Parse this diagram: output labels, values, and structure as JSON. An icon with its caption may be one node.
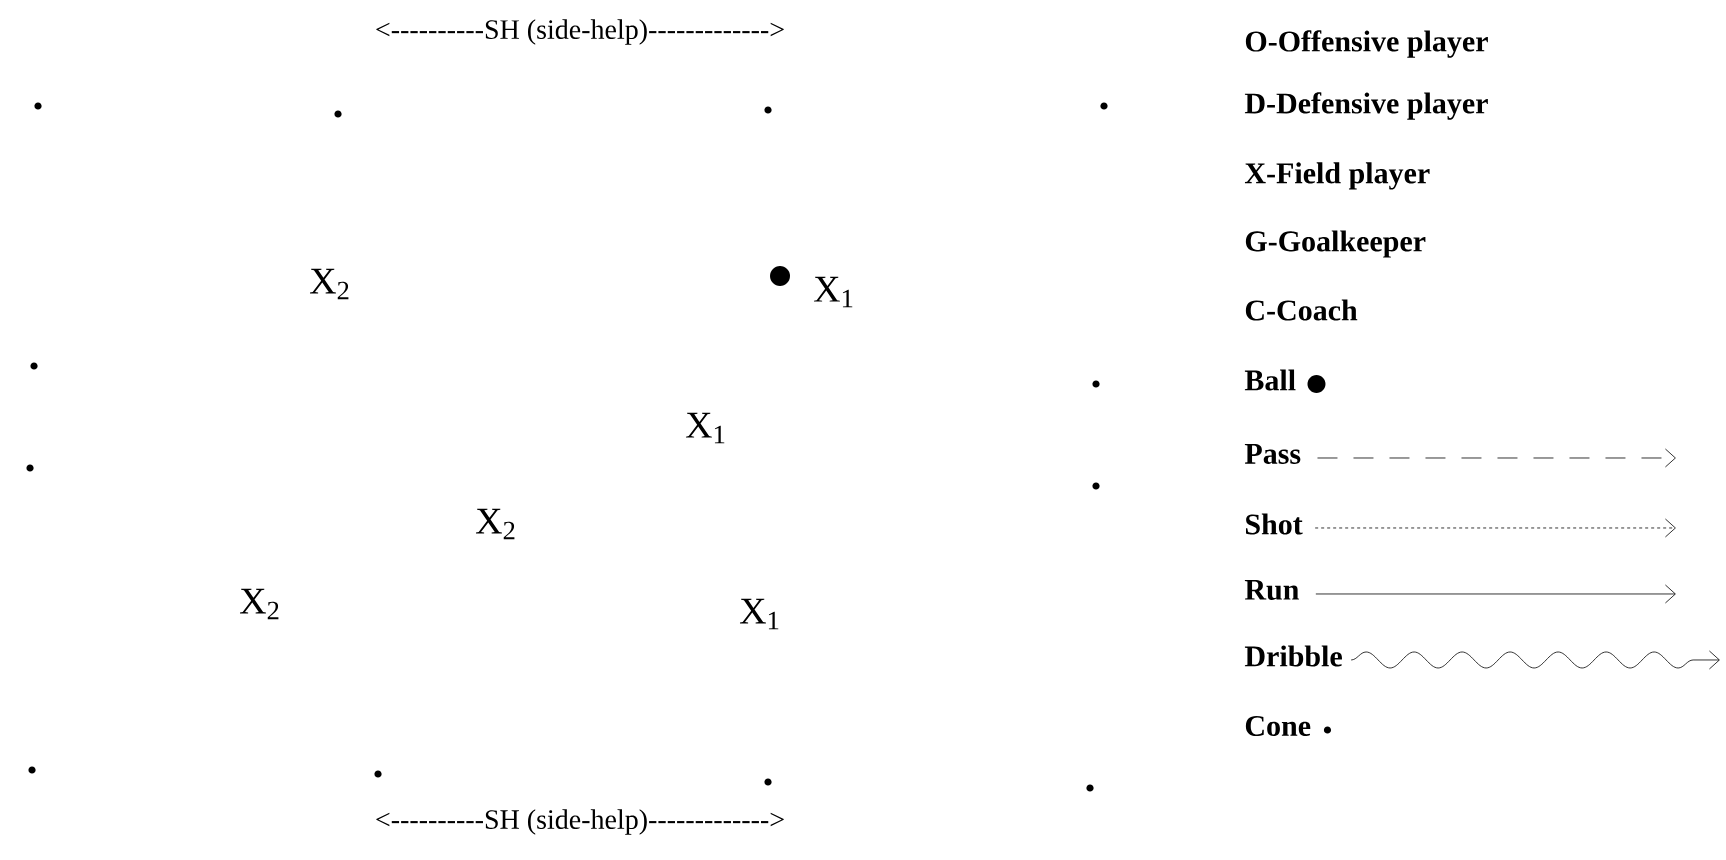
{
  "diagram": {
    "labels": [
      "<----------SH (side-help)------------->",
      "X$_{2}$",
      "X$_{1}$",
      "X$_{1}$",
      "X$_{2}$",
      "X$_{2}$",
      "X$_{1}$",
      "<----------SH (side-help)------------->"
    ],
    "legend": [
      {
        "text": "O-Offensive player"
      },
      {
        "text": "D-Defensive player"
      },
      {
        "text": "X-Field player"
      },
      {
        "text": "G-Goalkeeper"
      },
      {
        "text": "C-Coach"
      },
      {
        "text": "Ball"
      },
      {
        "text": "Pass"
      },
      {
        "text": "Shot"
      },
      {
        "text": "Run"
      },
      {
        "text": "Dribble"
      },
      {
        "text": "Cone"
      }
    ]
  }
}
